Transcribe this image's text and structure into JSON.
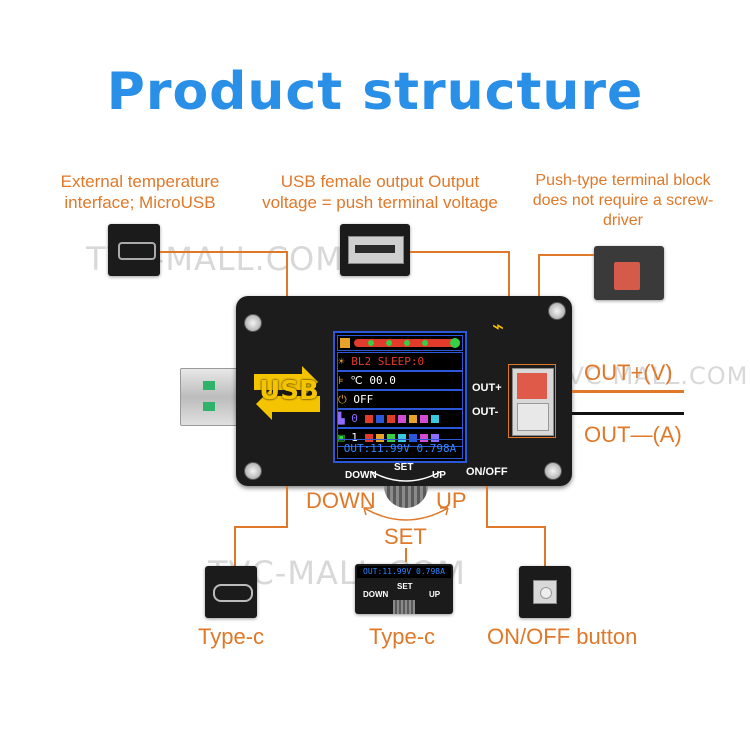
{
  "title": "Product structure",
  "labels": {
    "ext_temp_line1": "External temperature",
    "ext_temp_line2": "interface; MicroUSB",
    "usb_out_line1": "USB female output Output",
    "usb_out_line2": "voltage = push terminal voltage",
    "terminal_line1": "Push-type terminal block",
    "terminal_line2": "does not require a screw-",
    "terminal_line3": "driver",
    "out_plus": "OUT+(V)",
    "out_minus": "OUT—(A)",
    "down": "DOWN",
    "up": "UP",
    "set": "SET",
    "type_c_left": "Type-c",
    "type_c_mid": "Type-c",
    "onoff_button": "ON/OFF button"
  },
  "watermark": [
    "TVC-MALL.COM",
    "TVC-MALL.COM",
    "TVC-MALL.COM"
  ],
  "board": {
    "logo": "USB",
    "out_plus": "OUT+",
    "out_minus": "OUT-",
    "onoff": "ON/OFF",
    "set": "SET",
    "down": "DOWN",
    "up": "UP"
  },
  "lcd": {
    "row1": "BL2  SLEEP:0",
    "row2": "℃ 00.0",
    "row3": "OFF",
    "row4_index": "0",
    "row5_index": "1",
    "footer": "OUT:11.99V 0.798A"
  },
  "thumb_mid": {
    "readout": "OUT:11.99V 0.798A",
    "set": "SET",
    "down": "DOWN",
    "up": "UP"
  },
  "colors": {
    "accent_orange": "#e0782a",
    "title_blue": "#2a8fe6",
    "lcd_blue": "#2f86ff",
    "logo_yellow": "#f5c400"
  }
}
